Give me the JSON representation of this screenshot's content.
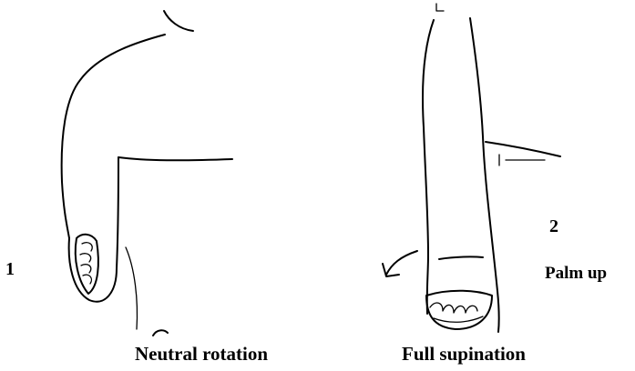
{
  "labels": {
    "fig1_number": "1",
    "fig2_number": "2",
    "fig2_annotation": "Palm up"
  },
  "captions": {
    "fig1": "Neutral rotation",
    "fig2": "Full supination"
  }
}
